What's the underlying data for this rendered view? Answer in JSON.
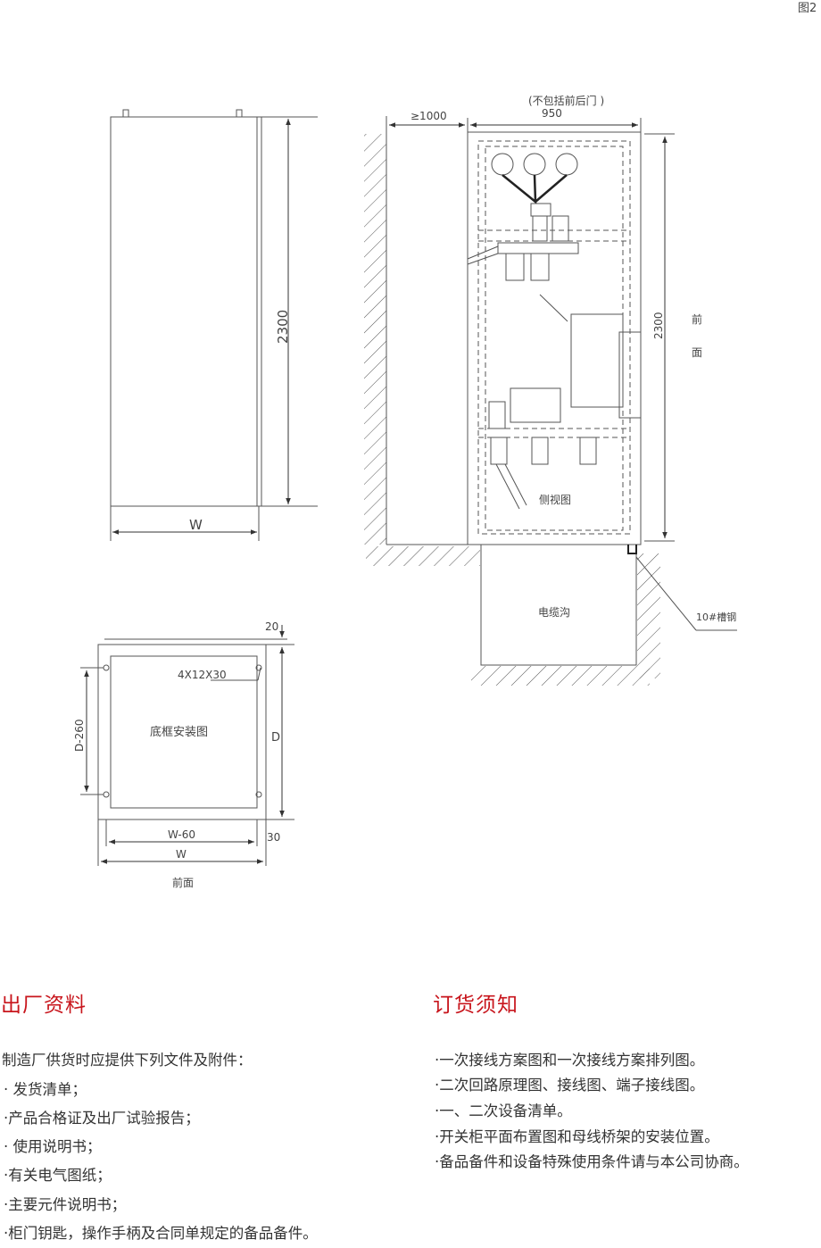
{
  "figure_label": "图2",
  "front_view": {
    "height_dim": "2300",
    "width_dim": "W"
  },
  "side_view": {
    "clearance_dim": "≥1000",
    "depth_note": "(不包括前后门 )",
    "depth_dim": "950",
    "height_dim": "2300",
    "front_label_1": "前",
    "front_label_2": "面",
    "caption": "侧视图",
    "trench_label": "电缆沟",
    "channel_label": "10#槽钢"
  },
  "base_frame": {
    "top_dim": "20",
    "hole_spec": "4X12X30",
    "caption": "底框安装图",
    "depth_dim": "D",
    "inner_depth_dim": "D-260",
    "inner_width_dim": "W-60",
    "width_dim": "W",
    "side_dim": "30",
    "front_label": "前面"
  },
  "factory_docs": {
    "title": "出厂资料",
    "intro": "制造厂供货时应提供下列文件及附件：",
    "items": [
      "· 发货清单；",
      "·产品合格证及出厂试验报告；",
      "· 使用说明书；",
      "·有关电气图纸；",
      "·主要元件说明书；",
      "·柜门钥匙，操作手柄及合同单规定的备品备件。"
    ]
  },
  "order_notes": {
    "title": "订货须知",
    "items": [
      "·一次接线方案图和一次接线方案排列图。",
      "·二次回路原理图、接线图、端子接线图。",
      "·一、二次设备清单。",
      "·开关柜平面布置图和母线桥架的安装位置。",
      "·备品备件和设备特殊使用条件请与本公司协商。"
    ]
  }
}
